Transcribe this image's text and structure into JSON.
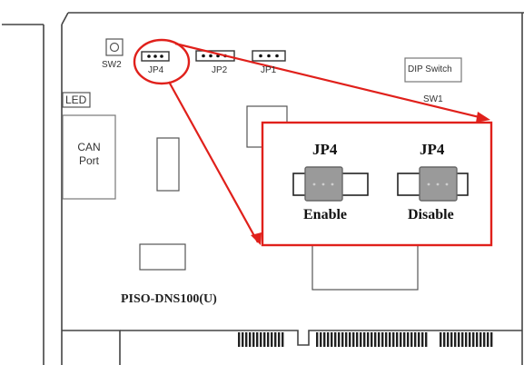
{
  "diagram": {
    "board_name": "PISO-DNS100(U)",
    "components": {
      "sw2": "SW2",
      "jp4": "JP4",
      "jp2": "JP2",
      "jp1": "JP1",
      "dip_switch": "DIP Switch",
      "sw1": "SW1",
      "led": "LED",
      "can_port_line1": "CAN",
      "can_port_line2": "Port"
    },
    "callout": {
      "left_title": "JP4",
      "right_title": "JP4",
      "left_caption": "Enable",
      "right_caption": "Disable"
    },
    "colors": {
      "callout": "#e0201b",
      "board_lines": "#333333",
      "jumper_cap": "#9a9a9a"
    }
  }
}
